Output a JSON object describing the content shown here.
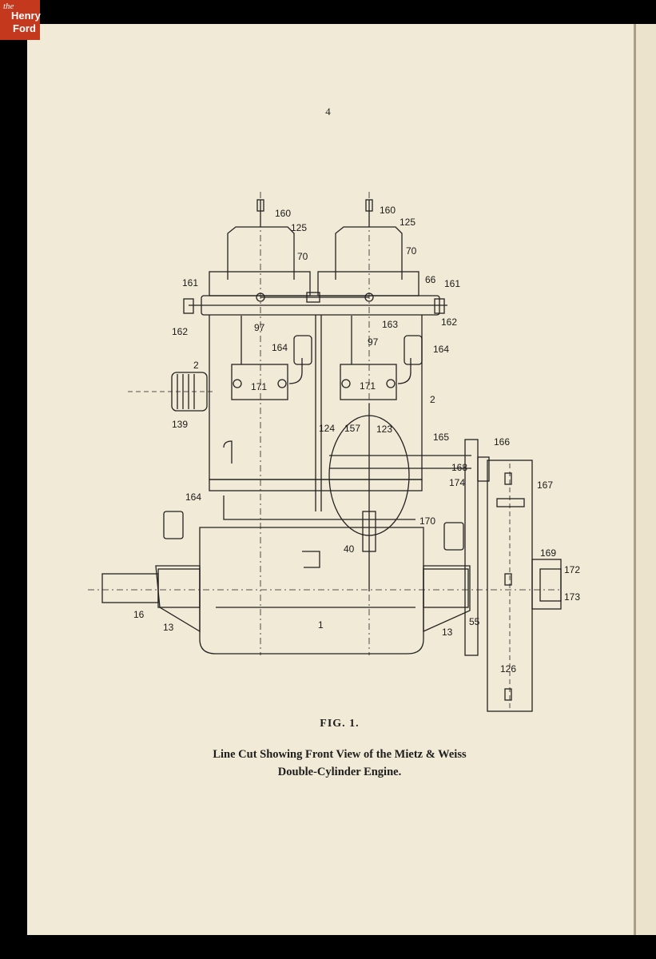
{
  "logo": {
    "line1": "the",
    "line2": "Henry",
    "line3": "Ford"
  },
  "page_number": "4",
  "figure": {
    "label": "FIG. 1.",
    "caption_line1": "Line Cut Showing Front View of the Mietz & Weiss",
    "caption_line2": "Double-Cylinder Engine."
  },
  "callouts": {
    "c160a": "160",
    "c160b": "160",
    "c125a": "125",
    "c125b": "125",
    "c70a": "70",
    "c70b": "70",
    "c161a": "161",
    "c161b": "161",
    "c66": "66",
    "c162a": "162",
    "c162b": "162",
    "c97a": "97",
    "c97b": "97",
    "c163": "163",
    "c164a": "164",
    "c164b": "164",
    "c164c": "164",
    "c2a": "2",
    "c2b": "2",
    "c171a": "171",
    "c171b": "171",
    "c139": "139",
    "c124": "124",
    "c157": "157",
    "c123": "123",
    "c165": "165",
    "c166": "166",
    "c168": "168",
    "c174": "174",
    "c167": "167",
    "c170": "170",
    "c40": "40",
    "c169": "169",
    "c172": "172",
    "c173": "173",
    "c16": "16",
    "c13a": "13",
    "c1": "1",
    "c13b": "13",
    "c55": "55",
    "c126": "126"
  }
}
